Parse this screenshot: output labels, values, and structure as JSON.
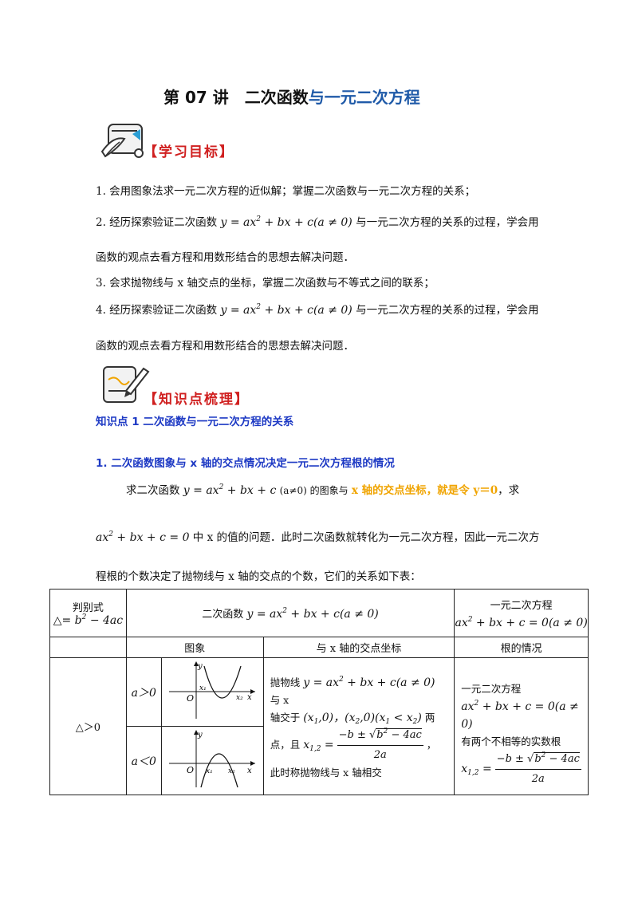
{
  "title": {
    "part1": "第 07 讲　二次函数",
    "part2": "与一元二次方程"
  },
  "banner_goals": "【学习目标】",
  "banner_knowledge": "【知识点梳理】",
  "goals": {
    "g1": "1.  会用图象法求一元二次方程的近似解；掌握二次函数与一元二次方程的关系；",
    "g2_prefix": "2.  经历探索验证二次函数",
    "g2_suffix": "与一元二次方程的关系的过程，学会用",
    "g2_cont": "函数的观点去看方程和用数形结合的思想去解决问题．",
    "g3": "3.  会求抛物线与 x 轴交点的坐标，掌握二次函数与不等式之间的联系；",
    "g4_prefix": "4.  经历探索验证二次函数",
    "g4_suffix": "与一元二次方程的关系的过程，学会用",
    "g4_cont": "函数的观点去看方程和用数形结合的思想去解决问题．"
  },
  "knowledge_point": "知识点 1  二次函数与一元二次方程的关系",
  "subhead": "1. 二次函数图象与 x 轴的交点情况决定一元二次方程根的情况",
  "para": {
    "p1_a": "求二次函数",
    "p1_b": "(a≠0) 的图象与",
    "p1_hl1": "x 轴的交点坐标",
    "p1_sep": "，",
    "p1_hl2": "就是令 y＝0",
    "p1_c": "，求",
    "p2": "中 x 的值的问题．此时二次函数就转化为一元二次方程，因此一元二次方",
    "p3": "程根的个数决定了抛物线与 x 轴的交点的个数，它们的关系如下表："
  },
  "table": {
    "discriminant_label": "判别式",
    "quadratic_label": "二次函数",
    "equation_label": "一元二次方程",
    "col_graph": "图象",
    "col_intersection": "与 x 轴的交点坐标",
    "col_roots": "根的情况",
    "row1_case": "△＞0",
    "a_pos": "a＞0",
    "a_neg": "a＜0",
    "intersect_a": "抛物线",
    "intersect_b": "与 x",
    "intersect_c": "轴交于",
    "intersect_d": "两",
    "intersect_e": "点，且",
    "intersect_f": "，",
    "intersect_g": "此时称抛物线与 x 轴相交",
    "roots_a": "一元二次方程",
    "roots_b": "有两个不相等的实数根"
  }
}
